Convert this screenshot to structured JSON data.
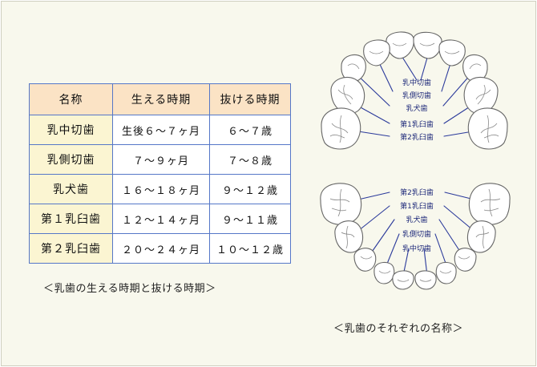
{
  "table": {
    "headers": [
      "名称",
      "生える時期",
      "抜ける時期"
    ],
    "rows": [
      [
        "乳中切歯",
        "生後６～７ヶ月",
        "６～７歳"
      ],
      [
        "乳側切歯",
        "７～９ヶ月",
        "７～８歳"
      ],
      [
        "乳犬歯",
        "１６～１８ヶ月",
        "９～１２歳"
      ],
      [
        "第１乳臼歯",
        "１２～１４ヶ月",
        "９～１１歳"
      ],
      [
        "第２乳臼歯",
        "２０～２４ヶ月",
        "１０～１２歳"
      ]
    ]
  },
  "captions": {
    "table": "＜乳歯の生える時期と抜ける時期＞",
    "diagram": "＜乳歯のそれぞれの名称＞"
  },
  "diagram": {
    "upper_labels": [
      "乳中切歯",
      "乳側切歯",
      "乳犬歯",
      "第1乳臼歯",
      "第2乳臼歯"
    ],
    "lower_labels": [
      "第2乳臼歯",
      "第1乳臼歯",
      "乳犬歯",
      "乳側切歯",
      "乳中切歯"
    ]
  },
  "colors": {
    "line": "#2b3a9b",
    "header_bg": "#fbe3c5",
    "name_bg": "#fbf5d2",
    "border": "#5577c8"
  }
}
